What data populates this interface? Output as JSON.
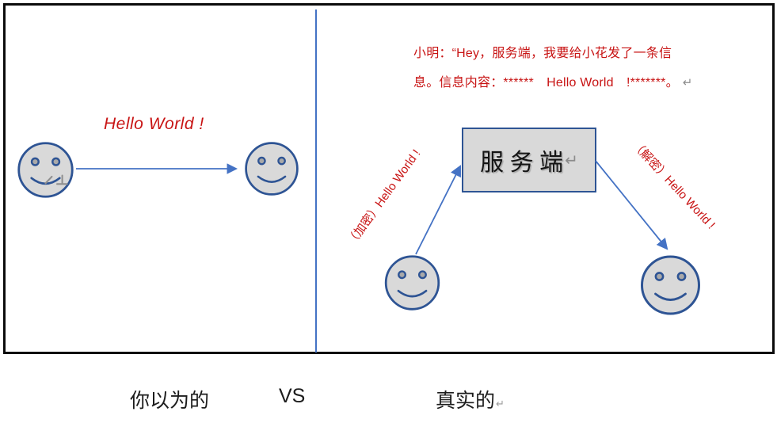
{
  "colors": {
    "red_text": "#C81414",
    "arrow_blue": "#4472C4",
    "shape_border_blue": "#2E5494",
    "shape_fill_gray": "#D9D9D9",
    "frame_border": "#0b0b0b",
    "return_mark_gray": "#8C8C8C"
  },
  "left_panel": {
    "message": "Hello World !"
  },
  "right_panel": {
    "dialog": {
      "line1": "小明：“Hey，服务端，我要给小花发了一条信",
      "line2": "息。信息内容：******　Hello World　!*******。",
      "return_mark": "↵"
    },
    "server_box": {
      "label": "服 务 端",
      "return_mark": "↵"
    },
    "encrypt_label": "（加密）Hello World !",
    "decrypt_label": "（解密）Hello World !"
  },
  "caption": {
    "assumed": "你以为的",
    "vs": "VS",
    "real": "真实的",
    "return_mark": "↵"
  }
}
